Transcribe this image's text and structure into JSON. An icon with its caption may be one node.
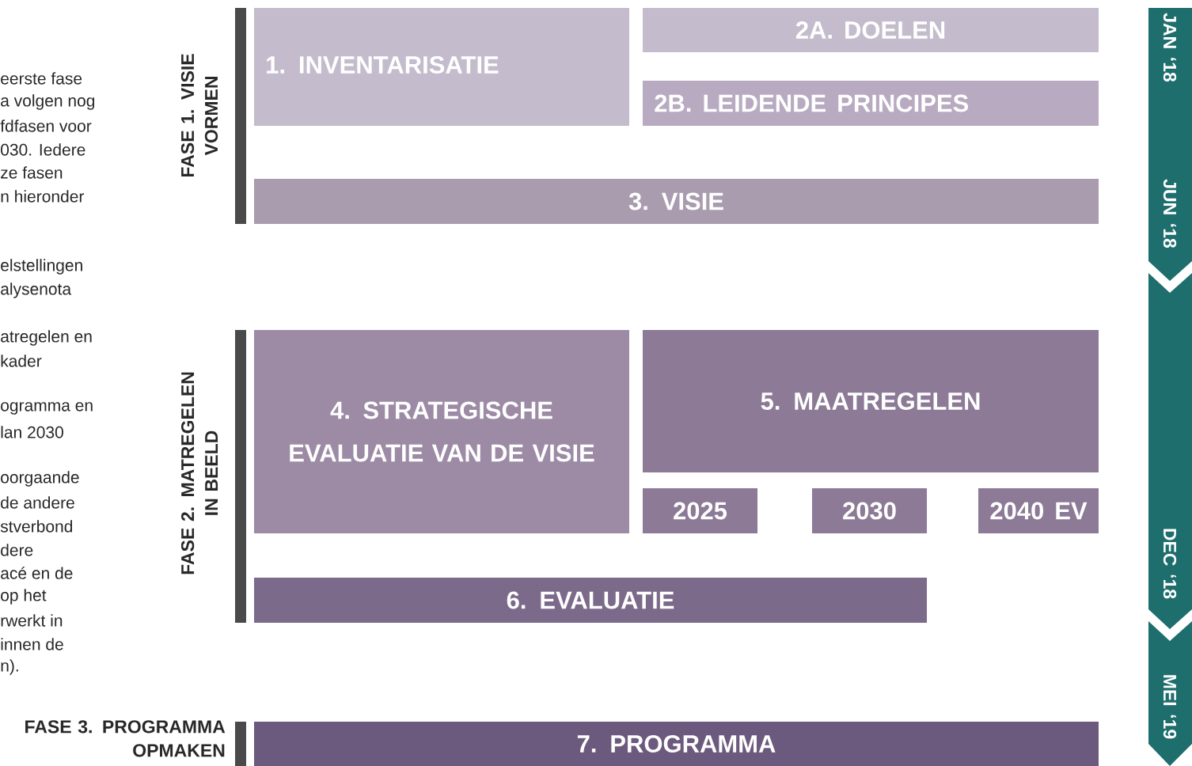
{
  "diagram": {
    "nodes": [
      {
        "text": [
          "1. INVENTARISATIE"
        ]
      },
      {
        "text": [
          "2A. DOELEN"
        ]
      },
      {
        "text": [
          "2B. LEIDENDE PRINCIPES"
        ]
      },
      {
        "text": [
          "3. VISIE"
        ]
      },
      {
        "text": [
          "4. STRATEGISCHE EVALUATIE VAN DE VISIE"
        ]
      },
      {
        "text": [
          "5. MAATREGELEN"
        ]
      },
      {
        "text": [
          "2025"
        ]
      },
      {
        "text": [
          "2030"
        ]
      },
      {
        "text": [
          "2040 EV"
        ]
      },
      {
        "text": [
          "6. EVALUATIE"
        ]
      },
      {
        "text": [
          "7. PROGRAMMA"
        ]
      }
    ],
    "edges": [],
    "labels": [
      "eerste fase",
      "a volgen nog",
      "fdfasen voor",
      "030. Iedere",
      "ze fasen",
      "n  hieronder",
      "elstellingen",
      "alysenota",
      "atregelen en",
      "kader",
      "ogramma en",
      "lan 2030",
      "oorgaande",
      "de andere",
      "stverbond",
      "dere",
      "acé en de",
      "op het",
      "rwerkt in",
      "innen de",
      "n).",
      "FASE 1. VISIE VORMEN",
      "FASE 2. MATREGELEN IN BEELD",
      "FASE 3. PROGRAMMA OPMAKEN",
      "JAN ‘18",
      "JUN ‘18",
      "DEC ‘18",
      "MEI ‘19"
    ]
  }
}
